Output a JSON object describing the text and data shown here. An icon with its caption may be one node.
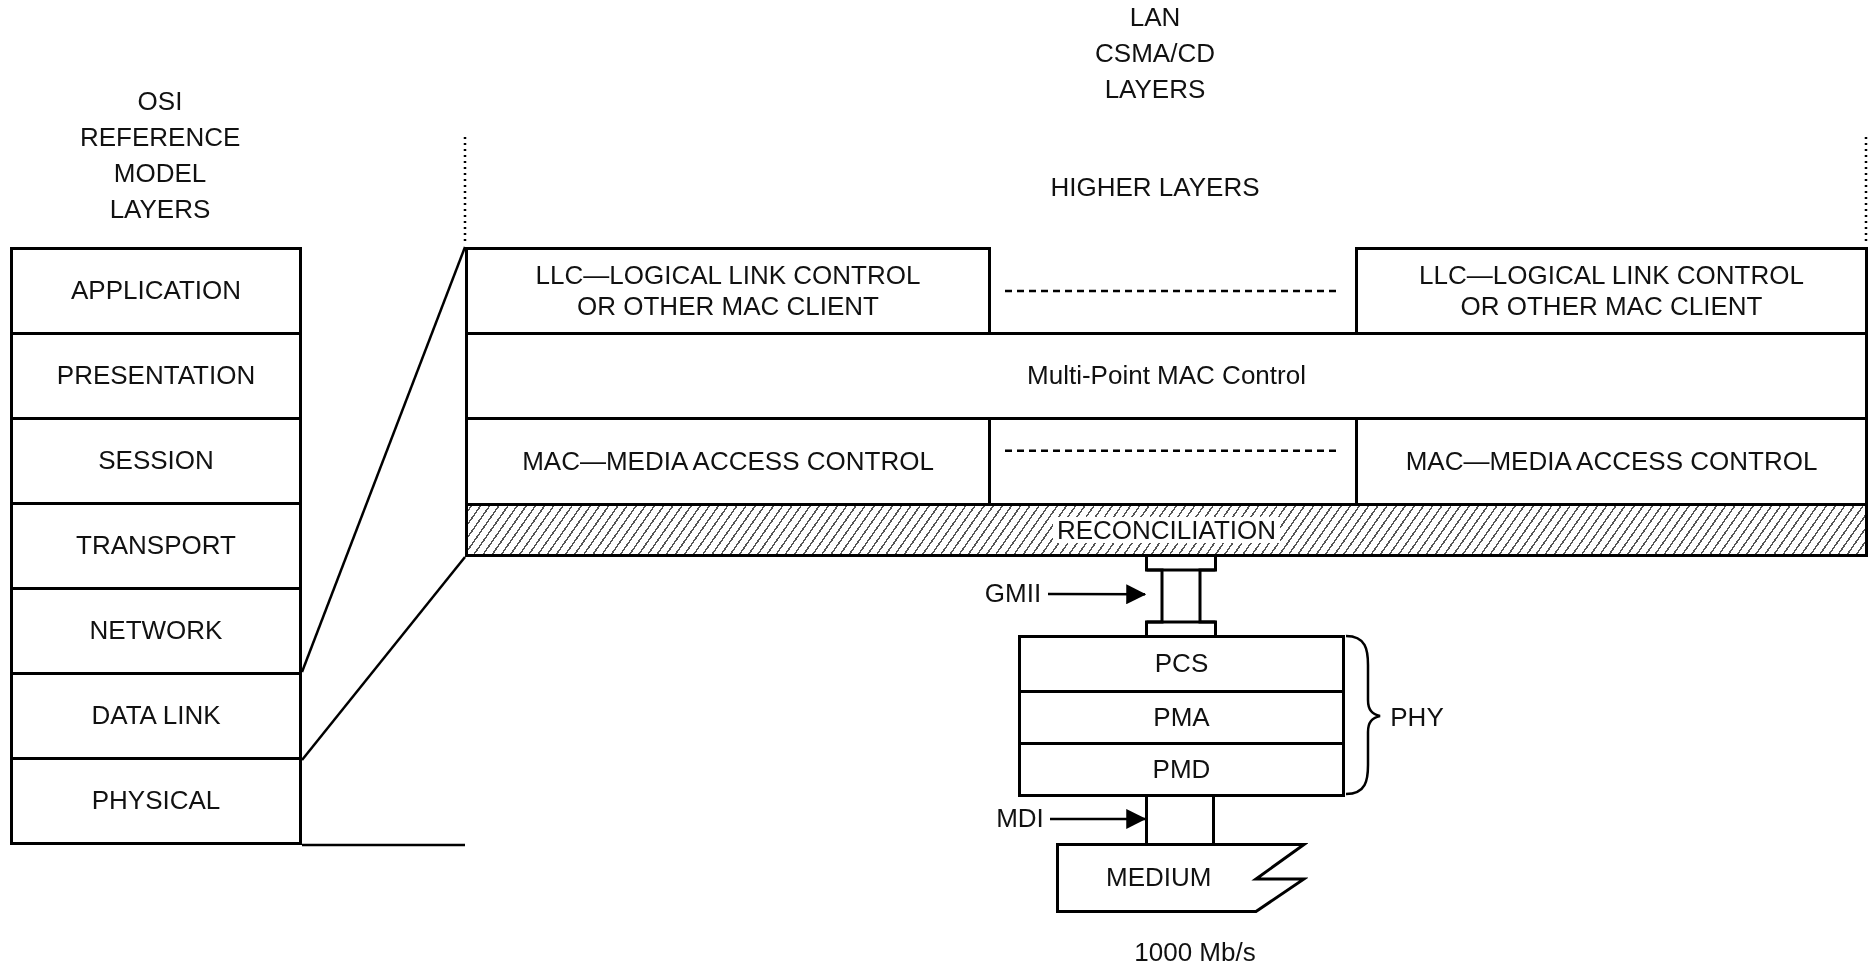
{
  "diagram": {
    "nodes": [
      {
        "text": [
          "APPLICATION"
        ]
      },
      {
        "text": [
          "PRESENTATION"
        ]
      },
      {
        "text": [
          "SESSION"
        ]
      },
      {
        "text": [
          "TRANSPORT"
        ]
      },
      {
        "text": [
          "NETWORK"
        ]
      },
      {
        "text": [
          "DATA LINK"
        ]
      },
      {
        "text": [
          "PHYSICAL"
        ]
      },
      {
        "text": [
          "LLC—LOGICAL LINK CONTROL OR OTHER MAC CLIENT"
        ]
      },
      {
        "text": [
          "LLC—LOGICAL LINK CONTROL OR OTHER MAC CLIENT"
        ]
      },
      {
        "text": [
          "Multi-Point MAC Control"
        ]
      },
      {
        "text": [
          "MAC—MEDIA ACCESS CONTROL"
        ]
      },
      {
        "text": [
          "MAC—MEDIA ACCESS CONTROL"
        ]
      },
      {
        "text": [
          "RECONCILIATION"
        ]
      },
      {
        "text": [],
        "shape": "box"
      },
      {
        "text": [
          "PCS"
        ]
      },
      {
        "text": [
          "PMA"
        ]
      },
      {
        "text": [
          "PMD"
        ]
      },
      {
        "text": [],
        "shape": "box"
      },
      {
        "text": [
          "MEDIUM"
        ]
      },
      {
        "text": [
          "GMII"
        ]
      },
      {
        "text": [
          "MDI"
        ]
      }
    ],
    "edges": [
      {
        "from": 5,
        "to": 7,
        "arrow": "none"
      },
      {
        "from": 5,
        "to": 12,
        "arrow": "none"
      },
      {
        "from": 7,
        "to": 8,
        "arrow": "none",
        "style": "dashed"
      },
      {
        "from": 10,
        "to": 11,
        "arrow": "none",
        "style": "dashed"
      },
      {
        "from": 19,
        "to": 13,
        "arrow": "to"
      },
      {
        "from": 20,
        "to": 17,
        "arrow": "to"
      }
    ],
    "labels": [
      "OSI REFERENCE MODEL LAYERS",
      "LAN CSMA/CD LAYERS",
      "HIGHER LAYERS",
      "PHY",
      "1000 Mb/s"
    ]
  }
}
